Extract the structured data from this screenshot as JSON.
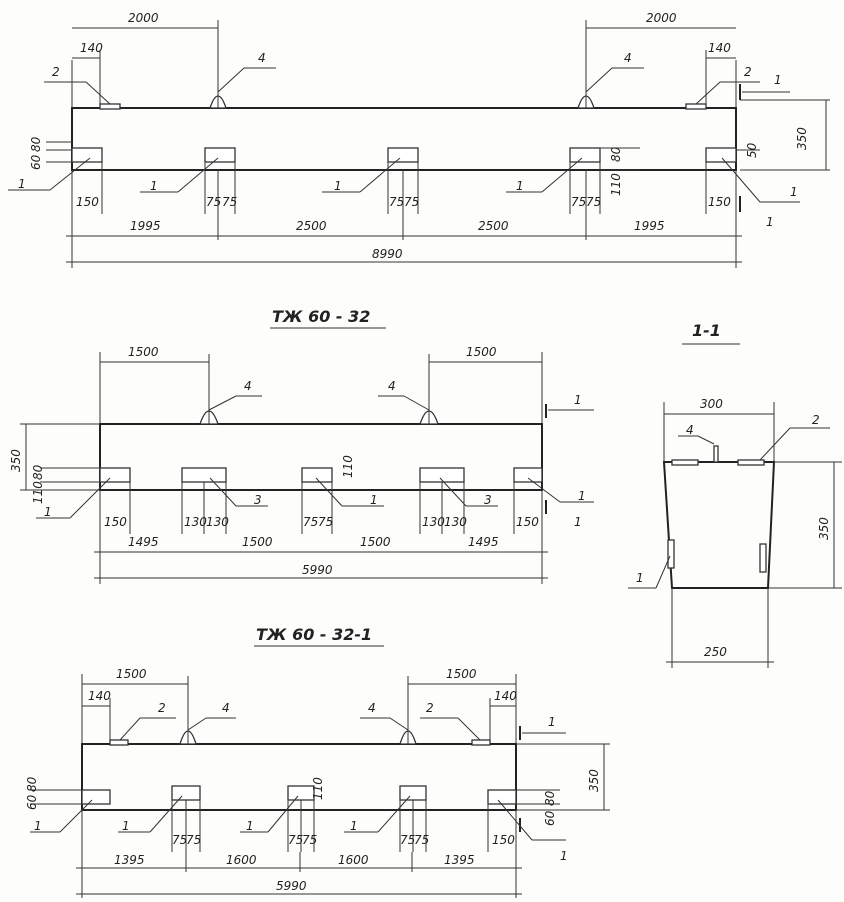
{
  "elevation_top": {
    "dims": {
      "top_left": "2000",
      "top_right": "2000",
      "edge_left": "140",
      "edge_right": "140",
      "height": "350",
      "left_stack_a": "60",
      "left_stack_b": "80",
      "right_small": "50",
      "mid_a": "80",
      "mid_b": "110",
      "w150_left": "150",
      "w150_right": "150",
      "p75": "75",
      "seg1": "1995",
      "seg2": "2500",
      "seg3": "2500",
      "seg4": "1995",
      "total": "8990"
    },
    "callouts": {
      "part1": "1",
      "part2": "2",
      "part4": "4",
      "section_mark": "1"
    }
  },
  "elevation_mid": {
    "title": "ТЖ 60 - 32",
    "dims": {
      "top_left": "1500",
      "top_right": "1500",
      "height": "350",
      "left_a": "80",
      "left_b": "110",
      "h110": "110",
      "w150_left": "150",
      "w150_right": "150",
      "p130": "130",
      "p75": "75",
      "seg1": "1495",
      "seg2": "1500",
      "seg3": "1500",
      "seg4": "1495",
      "total": "5990"
    },
    "callouts": {
      "part1": "1",
      "part3": "3",
      "part4": "4",
      "section_mark": "1"
    }
  },
  "elevation_bottom": {
    "title": "ТЖ 60 - 32-1",
    "dims": {
      "top_left": "1500",
      "top_right": "1500",
      "edge_left": "140",
      "edge_right": "140",
      "height": "350",
      "left_a": "60",
      "left_b": "80",
      "h110": "110",
      "right_a": "80",
      "right_b": "60",
      "w150_right": "150",
      "p75": "75",
      "seg1": "1395",
      "seg2": "1600",
      "seg3": "1600",
      "seg4": "1395",
      "total": "5990"
    },
    "callouts": {
      "part1": "1",
      "part2": "2",
      "part4": "4",
      "section_mark": "1"
    }
  },
  "section": {
    "title": "1-1",
    "dims": {
      "top": "300",
      "height": "350",
      "bottom": "250"
    },
    "callouts": {
      "part1": "1",
      "part2": "2",
      "part4": "4"
    }
  }
}
